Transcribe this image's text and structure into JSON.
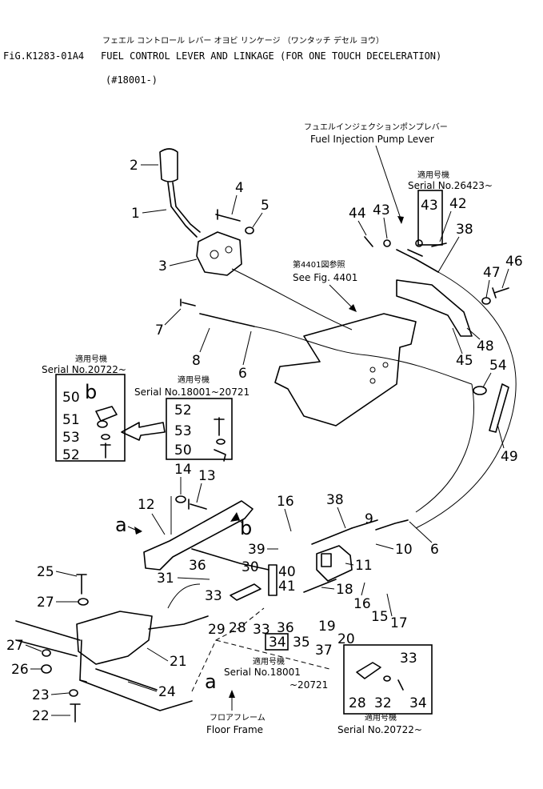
{
  "header": {
    "jp_title": "フェエル コントロール レバー オヨビ リンケージ （ワンタッチ デセル ヨウ）",
    "fig_no": "FiG.K1283-01A4",
    "title": "FUEL CONTROL LEVER AND LINKAGE (FOR ONE TOUCH DECELERATION)",
    "serial_range": "(#18001-)"
  },
  "callouts": {
    "fuel_pump_lever_jp": "フュエルインジェクションポンプレバー",
    "fuel_pump_lever": "Fuel Injection Pump Lever",
    "see_fig_jp": "第4401図参照",
    "see_fig": "See Fig. 4401",
    "floor_frame_jp": "フロアフレーム",
    "floor_frame": "Floor Frame",
    "applicable_jp": "適用号機",
    "serial_26423": "Serial No.26423~",
    "serial_20722_a": "Serial No.20722~",
    "serial_18001_20721_a": "Serial No.18001~20721",
    "serial_18001_b": "Serial No.18001",
    "serial_20721_b": "~20721",
    "serial_20722_b": "Serial No.20722~"
  },
  "view_markers": {
    "a": "a",
    "b": "b"
  },
  "parts": {
    "p1": "1",
    "p2": "2",
    "p3": "3",
    "p4": "4",
    "p5": "5",
    "p6": "6",
    "p6b": "6",
    "p7": "7",
    "p8": "8",
    "p9": "9",
    "p10": "10",
    "p11": "11",
    "p12": "12",
    "p13": "13",
    "p14": "14",
    "p15": "15",
    "p16a": "16",
    "p16b": "16",
    "p17": "17",
    "p18": "18",
    "p19": "19",
    "p20": "20",
    "p21": "21",
    "p22": "22",
    "p23": "23",
    "p24": "24",
    "p25": "25",
    "p26": "26",
    "p27a": "27",
    "p27b": "27",
    "p28": "28",
    "p29": "29",
    "p30": "30",
    "p31": "31",
    "p33": "33",
    "p33b": "33",
    "p34": "34",
    "p35": "35",
    "p36a": "36",
    "p36b": "36",
    "p37": "37",
    "p38a": "38",
    "p38b": "38",
    "p39": "39",
    "p40": "40",
    "p41": "41",
    "p42": "42",
    "p43a": "43",
    "p43b": "43",
    "p44": "44",
    "p45": "45",
    "p46": "46",
    "p47": "47",
    "p48": "48",
    "p49": "49",
    "p54": "54"
  },
  "detail_b": {
    "p50": "50",
    "p51": "51",
    "p53": "53",
    "p52": "52"
  },
  "detail_c": {
    "p52": "52",
    "p53": "53",
    "p50": "50"
  },
  "detail_d": {
    "p33": "33",
    "p28": "28",
    "p32": "32",
    "p34": "34"
  }
}
